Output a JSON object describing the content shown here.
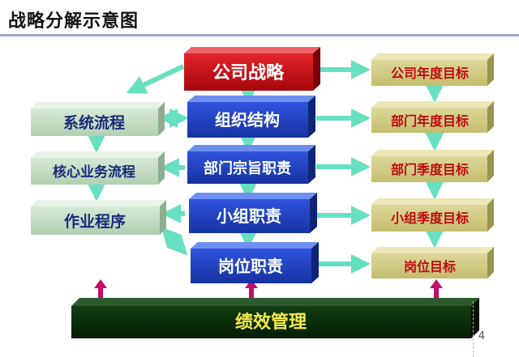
{
  "title": "战略分解示意图",
  "page_number": "4",
  "colors": {
    "red": "#cc0a12",
    "blue": "#1e3fc2",
    "green": "#c4dcc4",
    "khaki": "#d2cc82",
    "dark": "#0b2d0b",
    "arrow": "#66e0c0",
    "up_arrow": "#c0106a"
  },
  "boxes": {
    "company_strategy": "公司战略",
    "org_structure": "组织结构",
    "dept_mission": "部门宗旨职责",
    "team_duty": "小组职责",
    "position_duty": "岗位职责",
    "system_flow": "系统流程",
    "core_flow": "核心业务流程",
    "work_procedure": "作业程序",
    "company_annual_goal": "公司年度目标",
    "dept_annual_goal": "部门年度目标",
    "dept_quarter_goal": "部门季度目标",
    "team_quarter_goal": "小组季度目标",
    "position_goal": "岗位目标",
    "performance": "绩效管理"
  }
}
